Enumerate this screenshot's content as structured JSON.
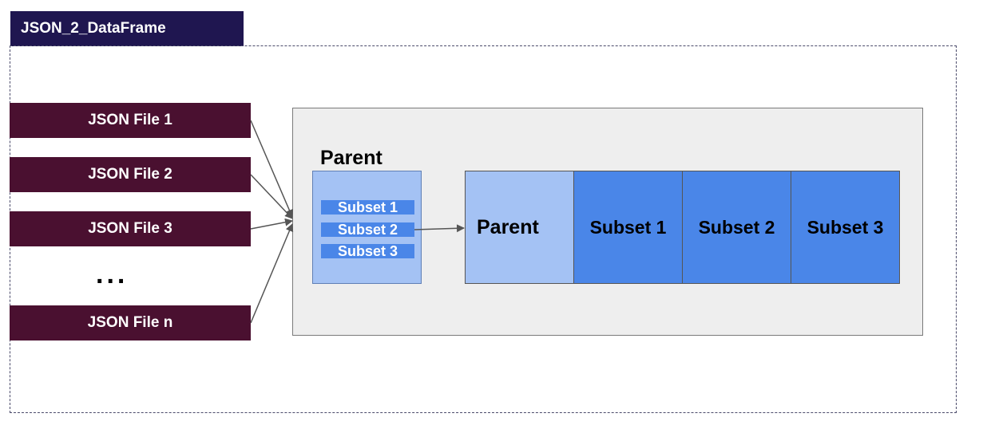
{
  "title": "JSON_2_DataFrame",
  "json_files": [
    {
      "label": "JSON File 1"
    },
    {
      "label": "JSON File 2"
    },
    {
      "label": "JSON File 3"
    },
    {
      "label": "JSON File n"
    }
  ],
  "ellipsis": "...",
  "parent_json": {
    "heading": "Parent",
    "subsets": [
      "Subset 1",
      "Subset 2",
      "Subset 3"
    ]
  },
  "dataframe": {
    "parent_label": "Parent",
    "subset_columns": [
      "Subset 1",
      "Subset 2",
      "Subset 3"
    ]
  },
  "colors": {
    "title_tab": "#1f1650",
    "json_file": "#4a1030",
    "light_blue": "#a4c2f4",
    "blue": "#4a86e8",
    "process_bg": "#eeeeee"
  }
}
